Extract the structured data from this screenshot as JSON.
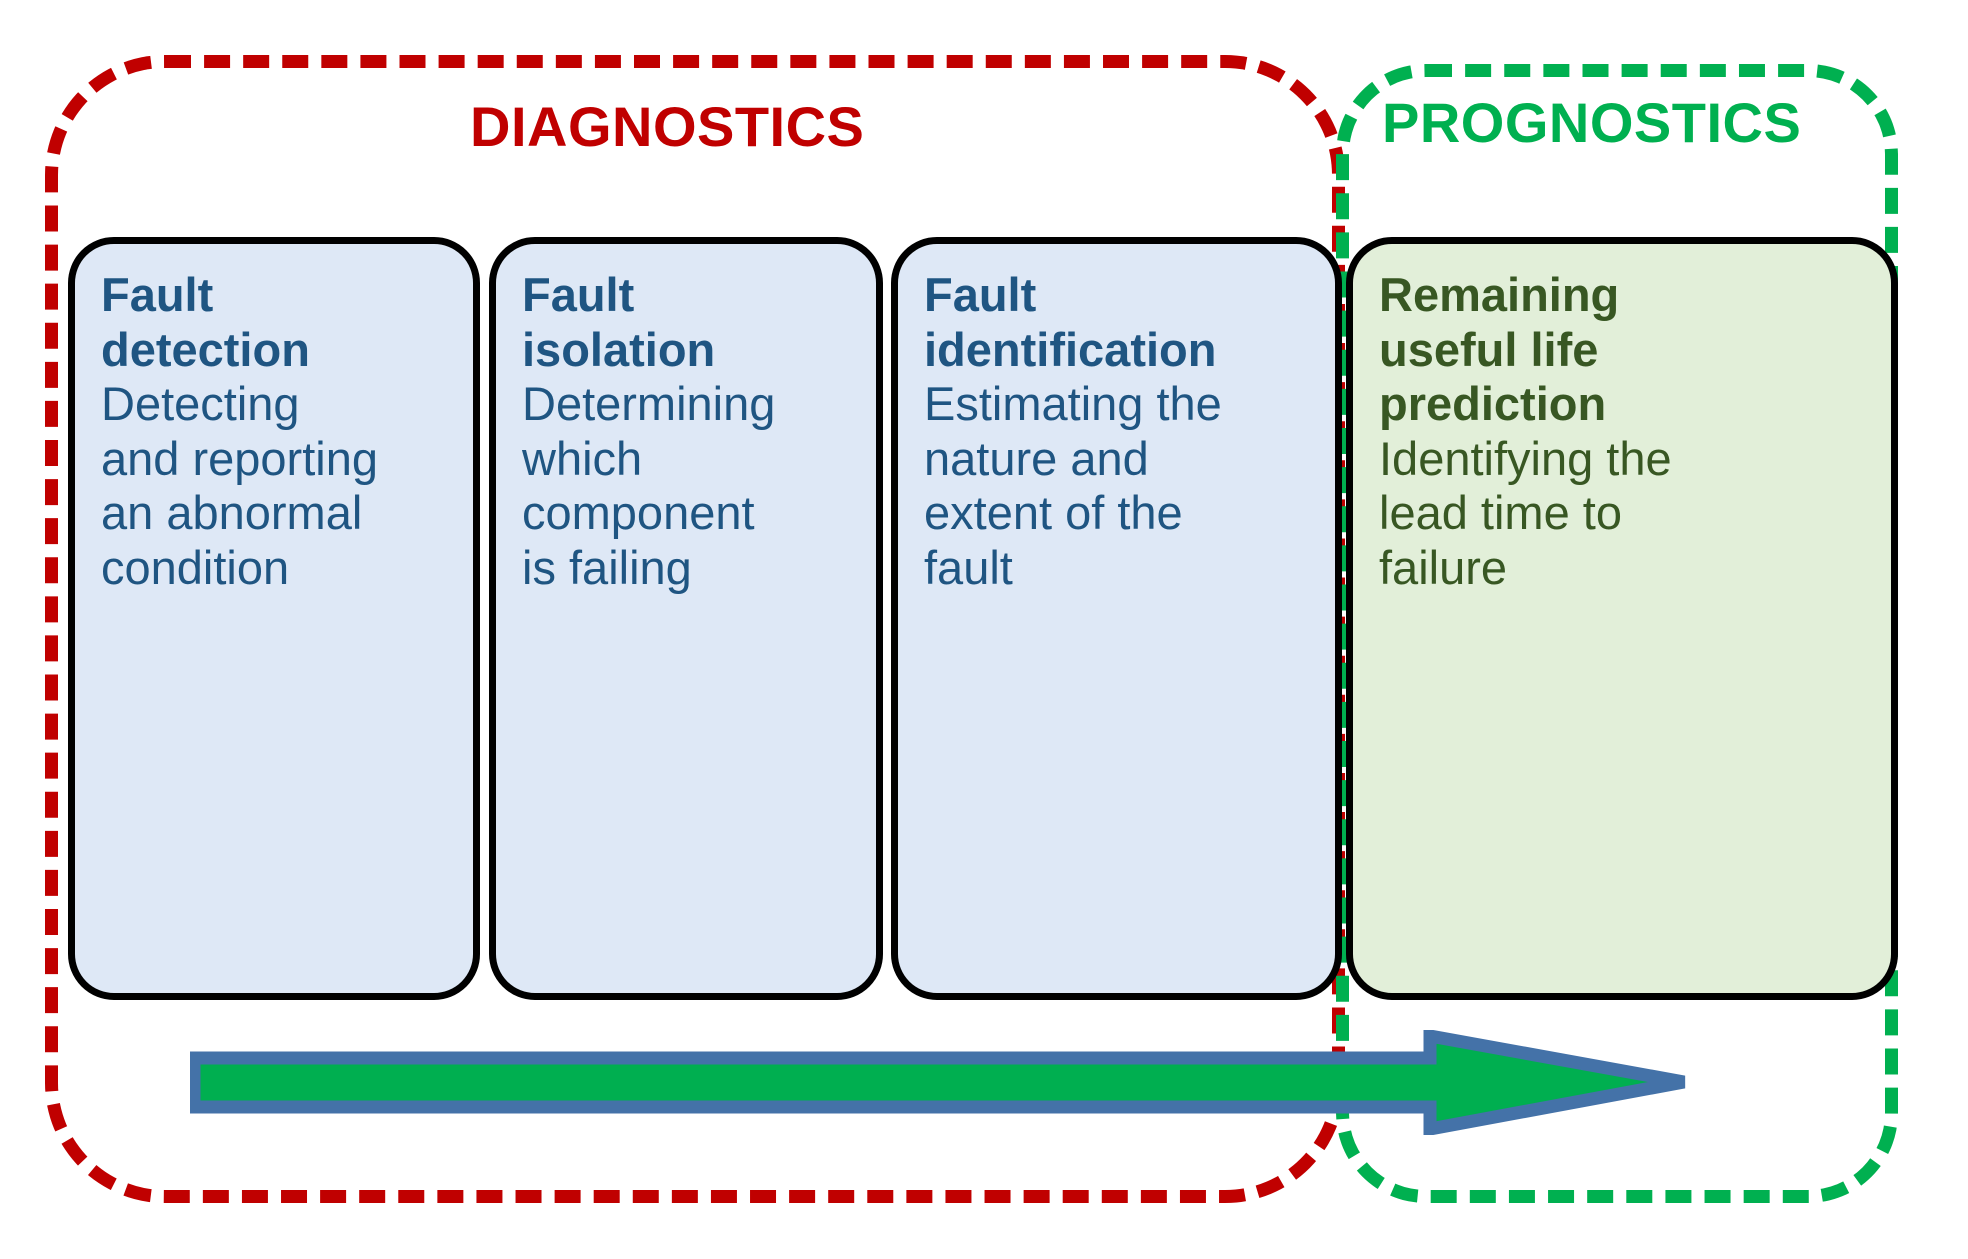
{
  "diagram": {
    "regions": [
      {
        "name": "diagnostics",
        "label": "DIAGNOSTICS",
        "color": "#C00000",
        "style": "dashed-rounded"
      },
      {
        "name": "prognostics",
        "label": "PROGNOSTICS",
        "color": "#00B050",
        "style": "dashed-rounded"
      }
    ],
    "cards": [
      {
        "id": "fault-detection",
        "region": "diagnostics",
        "heading": "Fault\ndetection",
        "body": "Detecting\nand reporting\nan abnormal\ncondition",
        "fill": "#DEE8F6",
        "text_color": "#1F5582",
        "border_color": "#000000"
      },
      {
        "id": "fault-isolation",
        "region": "diagnostics",
        "heading": "Fault\nisolation",
        "body": "Determining\nwhich\ncomponent\nis failing",
        "fill": "#DEE8F6",
        "text_color": "#1F5582",
        "border_color": "#000000"
      },
      {
        "id": "fault-identification",
        "region": "diagnostics",
        "heading": "Fault\nidentification",
        "body": "Estimating the\nnature and\nextent of the\nfault",
        "fill": "#DEE8F6",
        "text_color": "#1F5582",
        "border_color": "#000000"
      },
      {
        "id": "rul-prediction",
        "region": "prognostics",
        "heading": "Remaining\nuseful life\nprediction",
        "body": "Identifying the\nlead time to\nfailure",
        "fill": "#E2EFD9",
        "text_color": "#385723",
        "border_color": "#000000"
      }
    ],
    "arrow": {
      "name": "progression-arrow",
      "direction": "right",
      "fill": "#00AF50",
      "stroke": "#4472A8"
    }
  }
}
